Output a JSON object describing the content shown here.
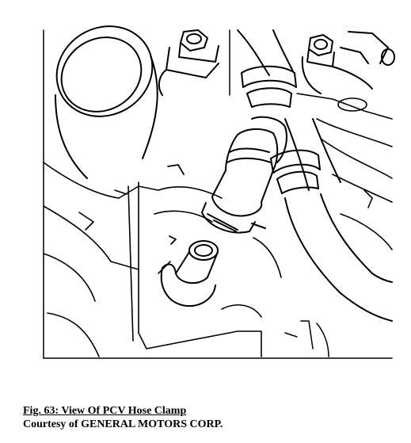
{
  "figure": {
    "number_label": "Fig. 63:",
    "title": "View Of PCV Hose Clamp",
    "credit": "Courtesy of GENERAL MOTORS CORP."
  }
}
